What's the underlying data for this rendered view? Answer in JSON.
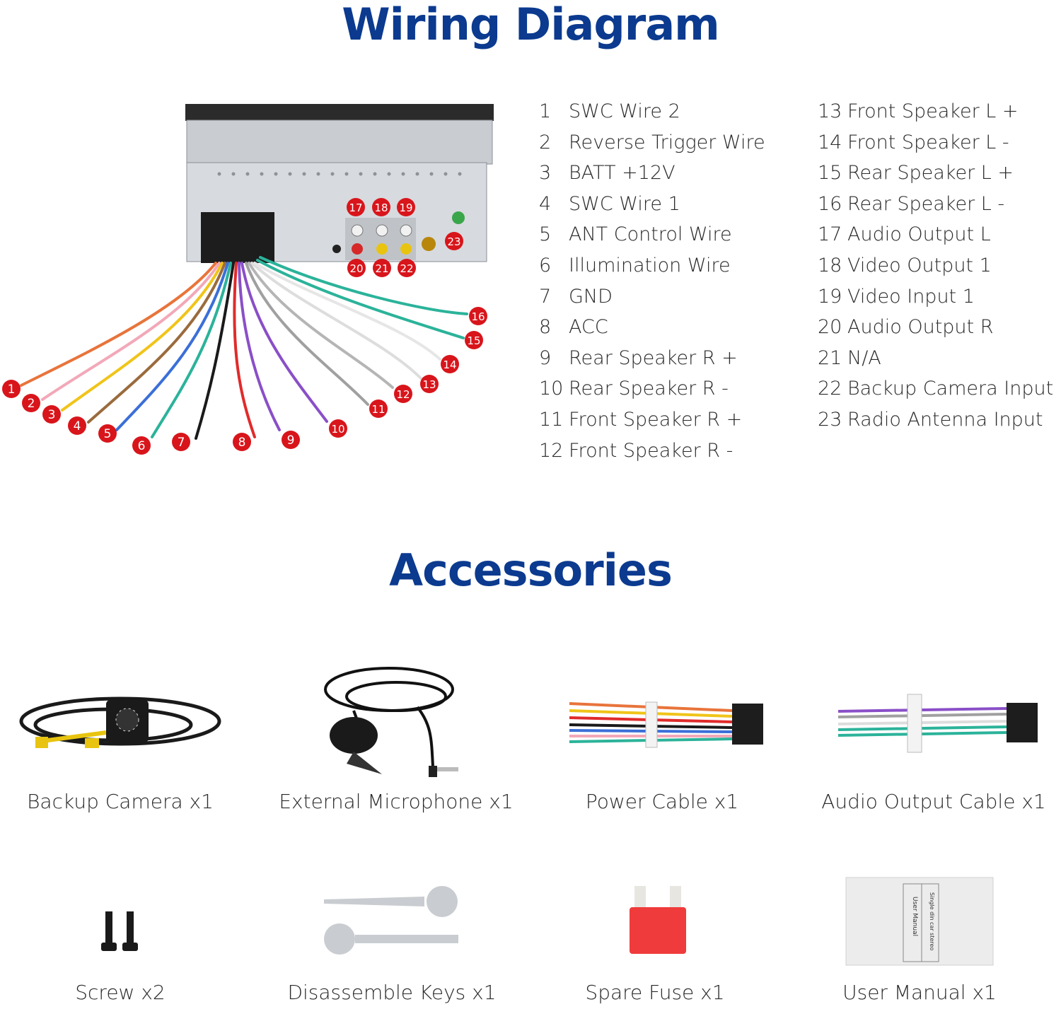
{
  "headings": {
    "wiring": "Wiring Diagram",
    "accessories": "Accessories"
  },
  "wires_left": [
    {
      "n": "1",
      "label": "SWC Wire 2"
    },
    {
      "n": "2",
      "label": "Reverse Trigger Wire"
    },
    {
      "n": "3",
      "label": "BATT +12V"
    },
    {
      "n": "4",
      "label": "SWC Wire 1"
    },
    {
      "n": "5",
      "label": "ANT Control Wire"
    },
    {
      "n": "6",
      "label": "Illumination Wire"
    },
    {
      "n": "7",
      "label": "GND"
    },
    {
      "n": "8",
      "label": "ACC"
    },
    {
      "n": "9",
      "label": "Rear Speaker R +"
    },
    {
      "n": "10",
      "label": "Rear Speaker R -"
    },
    {
      "n": "11",
      "label": "Front Speaker R +"
    },
    {
      "n": "12",
      "label": "Front Speaker R -"
    }
  ],
  "wires_right": [
    {
      "n": "13",
      "label": "Front Speaker L  +"
    },
    {
      "n": "14",
      "label": "Front Speaker L  -"
    },
    {
      "n": "15",
      "label": "Rear Speaker L +"
    },
    {
      "n": "16",
      "label": "Rear Speaker L  -"
    },
    {
      "n": "17",
      "label": "Audio Output L"
    },
    {
      "n": "18",
      "label": "Video Output 1"
    },
    {
      "n": "19",
      "label": "Video Input 1"
    },
    {
      "n": "20",
      "label": "Audio Output R"
    },
    {
      "n": "21",
      "label": "N/A"
    },
    {
      "n": "22",
      "label": "Backup Camera Input"
    },
    {
      "n": "23",
      "label": "Radio Antenna Input"
    }
  ],
  "markers": [
    "1",
    "2",
    "3",
    "4",
    "5",
    "6",
    "7",
    "8",
    "9",
    "10",
    "11",
    "12",
    "13",
    "14",
    "15",
    "16",
    "17",
    "18",
    "19",
    "20",
    "21",
    "22",
    "23"
  ],
  "accessories": [
    {
      "label": "Backup Camera x1"
    },
    {
      "label": "External Microphone x1"
    },
    {
      "label": "Power Cable x1"
    },
    {
      "label": "Audio Output Cable x1"
    },
    {
      "label": "Screw x2"
    },
    {
      "label": "Disassemble Keys x1"
    },
    {
      "label": "Spare Fuse x1"
    },
    {
      "label": "User Manual x1"
    }
  ],
  "manual_cover": {
    "line1": "Single din car stereo",
    "line2": "User Manual"
  },
  "colors": {
    "heading": "#0b3a8f",
    "marker": "#d8151b"
  }
}
